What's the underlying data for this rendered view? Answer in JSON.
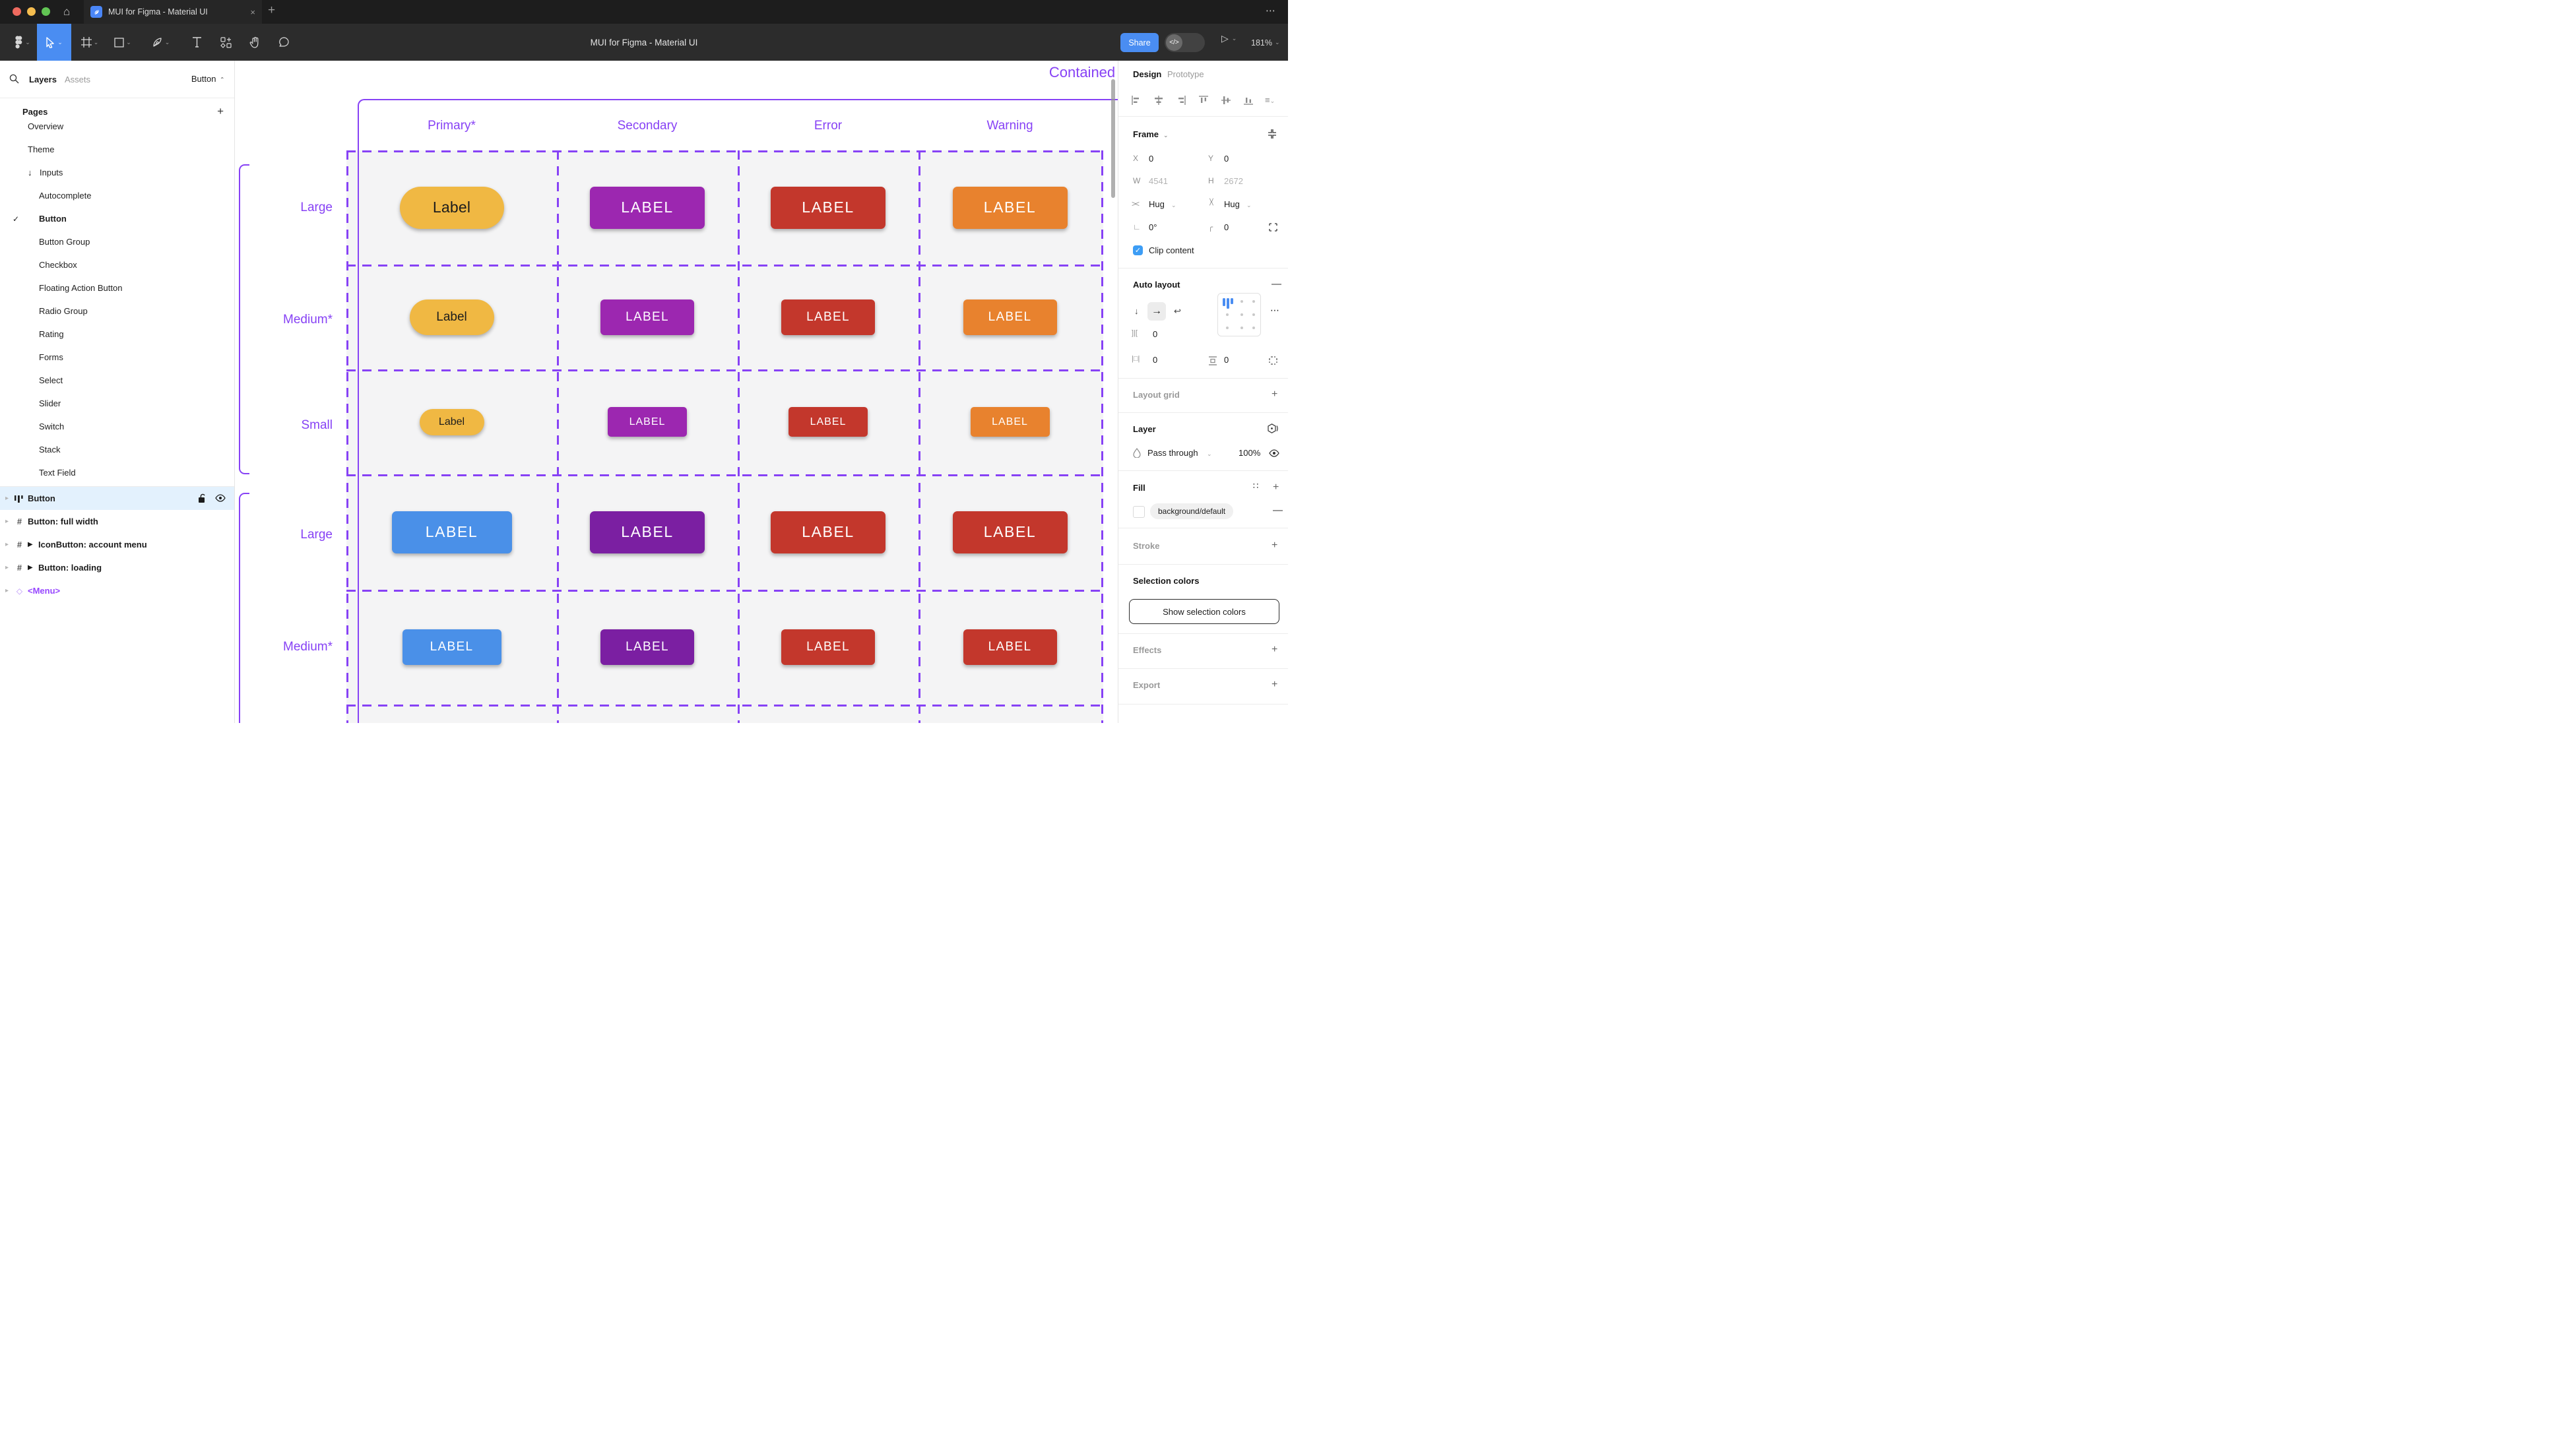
{
  "window": {
    "tab_title": "MUI for Figma - Material UI",
    "toolbar_title": "MUI for Figma - Material UI",
    "share_label": "Share",
    "zoom_level": "181%",
    "more_menu": "⋯",
    "close_tab": "×",
    "new_tab": "+",
    "home": "⌂"
  },
  "sidebar": {
    "tab_layers": "Layers",
    "tab_assets": "Assets",
    "page_selector": "Button",
    "pages_header": "Pages",
    "pages": [
      {
        "label": "Overview"
      },
      {
        "label": "Theme"
      },
      {
        "label": "Inputs"
      },
      {
        "label": "Autocomplete"
      },
      {
        "label": "Button"
      },
      {
        "label": "Button Group"
      },
      {
        "label": "Checkbox"
      },
      {
        "label": "Floating Action Button"
      },
      {
        "label": "Radio Group"
      },
      {
        "label": "Rating"
      },
      {
        "label": "Forms"
      },
      {
        "label": "Select"
      },
      {
        "label": "Slider"
      },
      {
        "label": "Switch"
      },
      {
        "label": "Stack"
      },
      {
        "label": "Text Field"
      }
    ],
    "layers": [
      {
        "label": "Button"
      },
      {
        "label": "Button: full width"
      },
      {
        "label": "IconButton: account menu"
      },
      {
        "label": "Button: loading"
      },
      {
        "label": "<Menu>"
      }
    ]
  },
  "canvas": {
    "frame_title": "Contained",
    "columns": [
      "Primary*",
      "Secondary",
      "Error",
      "Warning"
    ],
    "row_labels": [
      "Large",
      "Medium*",
      "Small",
      "Large",
      "Medium*"
    ],
    "rows": [
      {
        "buttons": [
          "Label",
          "LABEL",
          "LABEL",
          "LABEL"
        ]
      },
      {
        "buttons": [
          "Label",
          "LABEL",
          "LABEL",
          "LABEL"
        ]
      },
      {
        "buttons": [
          "Label",
          "LABEL",
          "LABEL",
          "LABEL"
        ]
      },
      {
        "buttons": [
          "LABEL",
          "LABEL",
          "LABEL",
          "LABEL"
        ]
      },
      {
        "buttons": [
          "LABEL",
          "LABEL",
          "LABEL",
          "LABEL"
        ]
      }
    ]
  },
  "inspector": {
    "tab_design": "Design",
    "tab_prototype": "Prototype",
    "frame": {
      "title": "Frame",
      "x_label": "X",
      "x": "0",
      "y_label": "Y",
      "y": "0",
      "w_label": "W",
      "w": "4541",
      "h_label": "H",
      "h": "2672",
      "hug_h": "Hug",
      "hug_v": "Hug",
      "rotation": "0°",
      "radius": "0",
      "clip": "Clip content"
    },
    "auto_layout": {
      "title": "Auto layout",
      "gap": "0",
      "pad_h": "0",
      "pad_v": "0"
    },
    "layout_grid": "Layout grid",
    "layer": {
      "title": "Layer",
      "blend": "Pass through",
      "opacity": "100%"
    },
    "fill": {
      "title": "Fill",
      "token": "background/default"
    },
    "stroke": "Stroke",
    "selection": {
      "title": "Selection colors",
      "button": "Show selection colors"
    },
    "effects": "Effects",
    "export": "Export"
  },
  "icons": {
    "chevron_down": "⌄",
    "disclosure": "▸",
    "check": "✓",
    "plus": "+",
    "minus": "—",
    "more": "⋯",
    "dots": "∷",
    "arrow_down": "↓",
    "arrow_right": "→",
    "wrap": "↩",
    "play_marker": "▶",
    "diamond": "◇",
    "hash": "#",
    "angle": "∟",
    "radius": "╭",
    "gap": "]|[",
    "pad_h": "|□|",
    "pad_v": "□̲",
    "play_outline": "▷"
  },
  "colors": {
    "accent_blue": "#4a8df2",
    "annotation_purple": "#8742f5",
    "component_purple": "#9747ff",
    "btn_yellow": "#f0b843",
    "btn_purple": "#9c27b0",
    "btn_red": "#c3372c",
    "btn_orange": "#e8822e",
    "btn_blue": "#4a90e8",
    "btn_dark_purple": "#7b1fa2",
    "selected_layer_row": "#e3f1fd",
    "grid_cell_bg": "#f4f4f5",
    "chrome_dark": "#2c2c2c"
  }
}
